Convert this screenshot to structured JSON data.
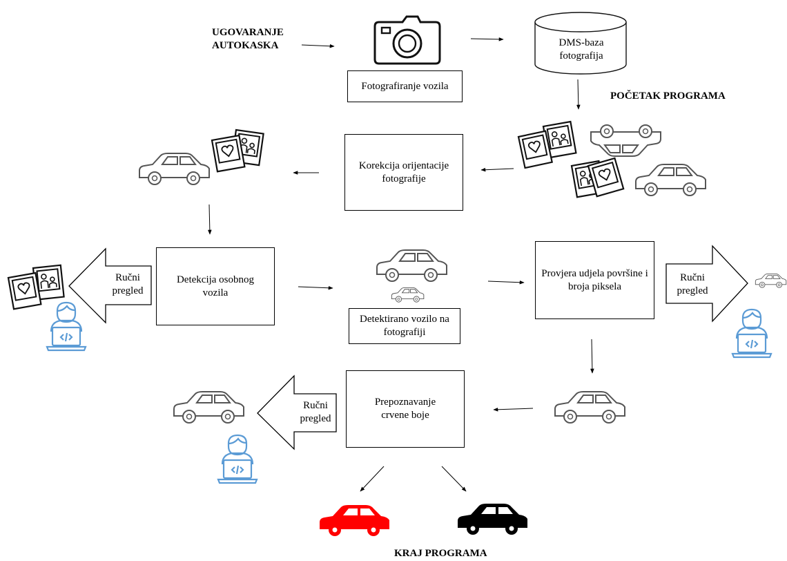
{
  "labels": {
    "start_input": "UGOVARANJE AUTOKASKA",
    "program_start": "POČETAK PROGRAMA",
    "program_end": "KRAJ PROGRAMA",
    "dms": "DMS-baza fotografija"
  },
  "boxes": {
    "photographing": "Fotografiranje vozila",
    "orientation": "Korekcija orijentacije fotografije",
    "car_detection": "Detekcija osobnog vozila",
    "detected_vehicle": "Detektirano vozilo na fotografiji",
    "area_check": "Provjera udjela površine i broja piksela",
    "red_color": "Prepoznavanje crvene boje"
  },
  "manual_review": {
    "left_top": "Ručni pregled",
    "right": "Ručni pregled",
    "left_bottom": "Ručni pregled"
  },
  "colors": {
    "icon_gray": "#555555",
    "person_blue": "#5b9bd5",
    "red_car": "#ff0000",
    "black_car": "#000000",
    "line": "#000000"
  },
  "icons": [
    "camera-icon",
    "database-icon",
    "photo-icon",
    "car-icon",
    "person-laptop-icon",
    "arrow-icon"
  ]
}
